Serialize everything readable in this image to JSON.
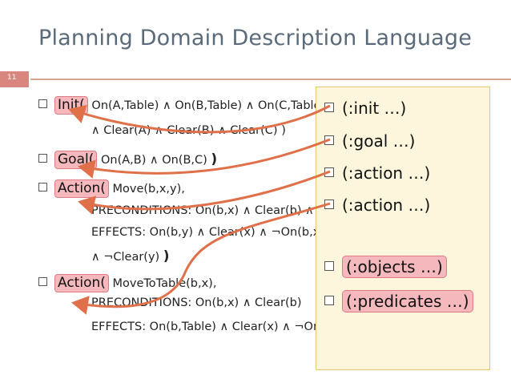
{
  "title": "Planning Domain Description Language",
  "slide_number": "11",
  "left_content": {
    "init_keyword": "Init(",
    "init_text": "On(A,Table) ∧ On(B,Table) ∧ On(C,Table)",
    "init_line2": "∧ Clear(A) ∧ Clear(B) ∧ Clear(C) )",
    "goal_keyword": "Goal(",
    "goal_text": "On(A,B) ∧ On(B,C)",
    "goal_close": ")",
    "action1_keyword": "Action(",
    "action1_text": "Move(b,x,y),",
    "action1_pre": "PRECONDITIONS: On(b,x) ∧ Clear(b) ∧ Clear(y)",
    "action1_eff": "EFFECTS: On(b,y) ∧ Clear(x) ∧ ¬On(b,x)",
    "action1_eff2": "∧ ¬Clear(y)",
    "action1_close": ")",
    "action2_keyword": "Action(",
    "action2_text": "MoveToTable(b,x),",
    "action2_pre": "PRECONDITIONS: On(b,x) ∧ Clear(b)",
    "action2_eff": "EFFECTS: On(b,Table) ∧ Clear(x) ∧ ¬On(b,x)"
  },
  "popup": {
    "items": [
      "(:init …)",
      "(:goal …)",
      "(:action …)",
      "(:action …)",
      "(:objects …)",
      "(:predicates …)"
    ]
  },
  "colors": {
    "title": "#5a6a7a",
    "accent": "#d9877e",
    "highlight_fill": "#f5b9bd",
    "arrow": "#e0704a",
    "popup_bg": "#fdf6dc"
  }
}
